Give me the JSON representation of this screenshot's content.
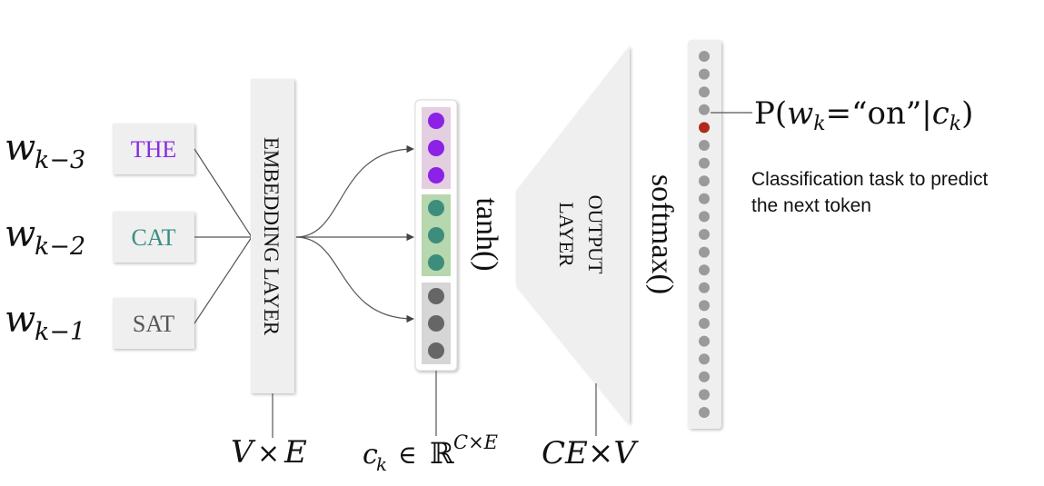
{
  "inputs": [
    {
      "word": "THE",
      "var_base": "w",
      "var_sub": "k−3",
      "color": "#8b2be2"
    },
    {
      "word": "CAT",
      "var_base": "w",
      "var_sub": "k−2",
      "color": "#3a8f82"
    },
    {
      "word": "SAT",
      "var_base": "w",
      "var_sub": "k−1",
      "color": "#555555"
    }
  ],
  "embedding": {
    "label": "EMBEDDING LAYER",
    "dim_left": "V",
    "dim_op": "×",
    "dim_right": "E"
  },
  "context": {
    "groups": [
      {
        "dot_color": "#8b22e6",
        "bg": "#e3cfe0"
      },
      {
        "dot_color": "#3d8d7d",
        "bg": "#b7d7ae"
      },
      {
        "dot_color": "#666666",
        "bg": "#d6d6d6"
      }
    ],
    "activation": "tanh()",
    "dim_var": "c",
    "dim_sub": "k",
    "dim_in": "∈",
    "dim_set": "ℝ",
    "dim_sup": "C×E"
  },
  "output": {
    "line1": "OUTPUT",
    "line2": "LAYER",
    "dim": "CE×V"
  },
  "softmax": {
    "label": "softmax()",
    "highlight_index": 4,
    "dot_count": 21,
    "highlight_color": "#b02a1a",
    "dot_color": "#9a9a9a"
  },
  "probability": {
    "prefix": "P(",
    "var": "w",
    "sub": "k",
    "eq": "=“on”|",
    "cvar": "c",
    "csub": "k",
    "suffix": ")"
  },
  "caption": {
    "line1": "Classification task to predict",
    "line2": "the next token"
  }
}
